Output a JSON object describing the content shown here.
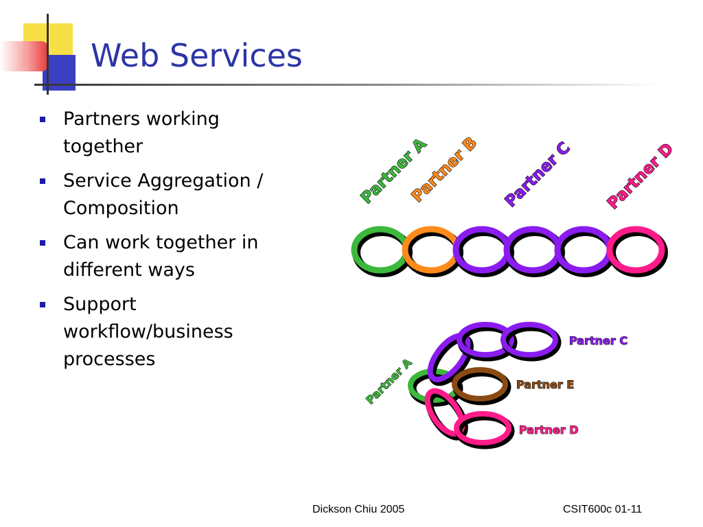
{
  "slide": {
    "title": "Web Services",
    "bullets": [
      "Partners working together",
      "Service Aggregation / Composition",
      "Can work together in different ways",
      "Support workflow/business processes"
    ],
    "footer": {
      "left": "Dickson Chiu 2005",
      "right": "CSIT600c 01-11"
    }
  },
  "diagram_top": {
    "labels": [
      {
        "text": "Partner A",
        "color": "#3cb83c"
      },
      {
        "text": "Partner B",
        "color": "#ff8a1c"
      },
      {
        "text": "Partner C",
        "color": "#8a1cf0"
      },
      {
        "text": "Partner D",
        "color": "#ff1c8a"
      }
    ],
    "ring_colors": [
      "#3cb83c",
      "#ff8a1c",
      "#8a1cf0",
      "#8a1cf0",
      "#8a1cf0",
      "#ff1c8a"
    ]
  },
  "diagram_bottom": {
    "labels": {
      "a": {
        "text": "Partner A",
        "color": "#3cb83c"
      },
      "c": {
        "text": "Partner C",
        "color": "#8a1cf0"
      },
      "e": {
        "text": "Partner E",
        "color": "#8a4a14"
      },
      "d": {
        "text": "Partner D",
        "color": "#ff1c8a"
      }
    }
  }
}
